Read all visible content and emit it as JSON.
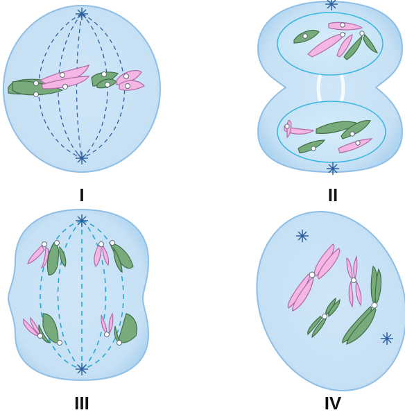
{
  "panels": [
    {
      "label": "I"
    },
    {
      "label": "II"
    },
    {
      "label": "III"
    },
    {
      "label": "IV"
    }
  ],
  "colors": {
    "cell_fill": "#d6eaf8",
    "cell_edge": "#8fbfe6",
    "nucleus_fill": "#c9e4f6",
    "nucleus_edge": "#38b6e0",
    "chromosome_maternal": "#f4b6e3",
    "chromosome_paternal": "#78ab7c",
    "spindle": "#2e5fa0",
    "label": "#111111"
  }
}
